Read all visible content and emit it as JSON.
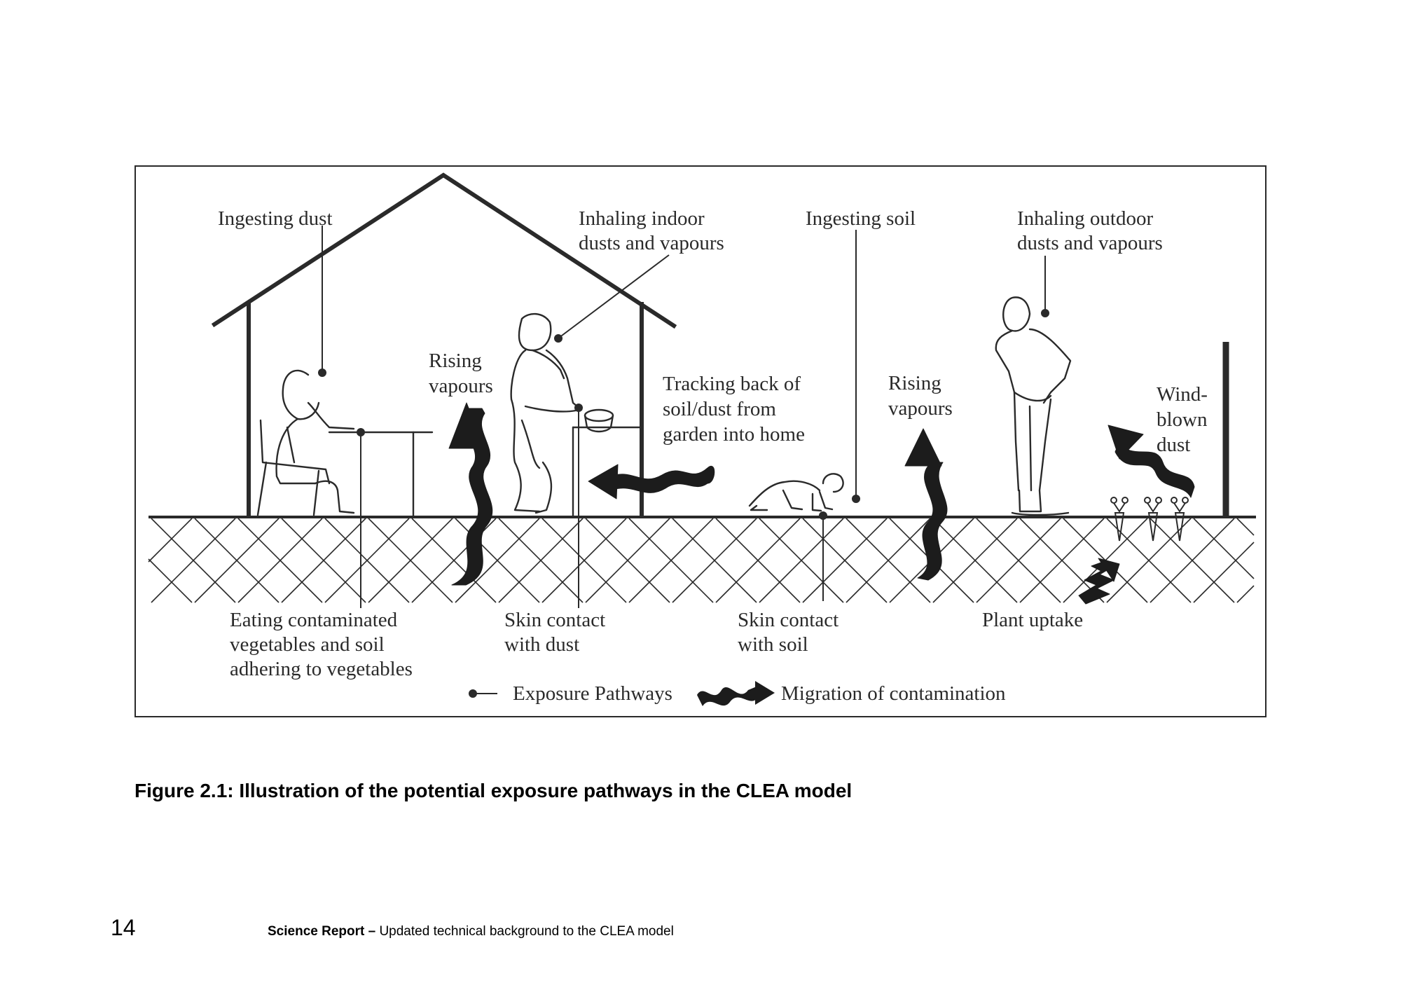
{
  "labels": {
    "ingesting_dust": "Ingesting dust",
    "inhaling_indoor": [
      "Inhaling indoor",
      "dusts and vapours"
    ],
    "ingesting_soil": "Ingesting soil",
    "inhaling_outdoor": [
      "Inhaling outdoor",
      "dusts and vapours"
    ],
    "rising_vapours_indoor": [
      "Rising",
      "vapours"
    ],
    "tracking_back": [
      "Tracking back of",
      "soil/dust from",
      "garden into home"
    ],
    "rising_vapours_outdoor": [
      "Rising",
      "vapours"
    ],
    "wind_blown_dust": [
      "Wind-",
      "blown",
      "dust"
    ],
    "eating_vegetables": [
      "Eating contaminated",
      "vegetables and soil",
      "adhering to vegetables"
    ],
    "skin_contact_dust": [
      "Skin contact",
      "with dust"
    ],
    "skin_contact_soil": [
      "Skin contact",
      "with soil"
    ],
    "plant_uptake": "Plant uptake"
  },
  "legend": {
    "exposure_pathways": "Exposure Pathways",
    "migration": "Migration of contamination"
  },
  "caption": "Figure 2.1: Illustration of the potential exposure pathways in the CLEA model",
  "footer": {
    "page_number": "14",
    "report_bold": "Science Report –",
    "report_title": "Updated technical background to the CLEA model"
  },
  "colors": {
    "ink": "#2a2a2a"
  }
}
